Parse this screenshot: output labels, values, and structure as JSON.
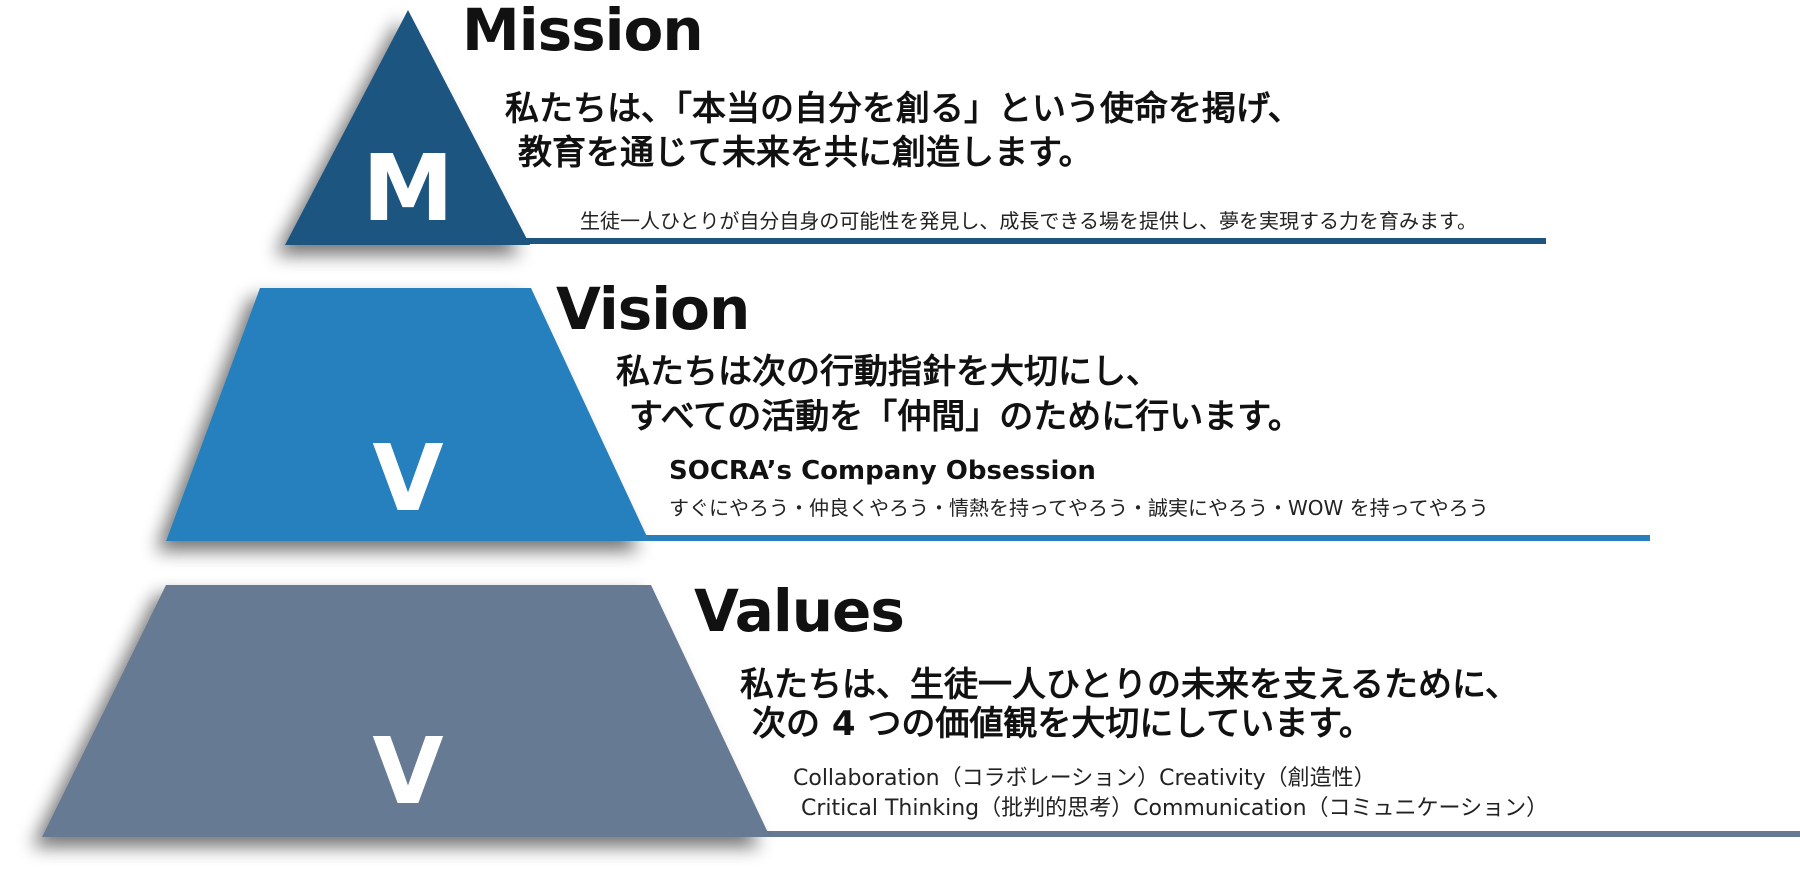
{
  "colors": {
    "mission": "#1d5580",
    "vision": "#2780bd",
    "values": "#667a93",
    "letter": "#ffffff"
  },
  "mission": {
    "letter": "M",
    "heading": "Mission",
    "statement_line1": "私たちは、「本当の自分を創る」という使命を掲げ、",
    "statement_line2": "教育を通じて未来を共に創造します。",
    "detail": "生徒一人ひとりが自分自身の可能性を発見し、成長できる場を提供し、夢を実現する力を育みます。"
  },
  "vision": {
    "letter": "V",
    "heading": "Vision",
    "statement_line1": "私たちは次の行動指針を大切にし、",
    "statement_line2": "すべての活動を「仲間」のために行います。",
    "obsession_title": "SOCRA’s Company Obsession",
    "obsession_items": "すぐにやろう・仲良くやろう・情熱を持ってやろう・誠実にやろう・WOW を持ってやろう"
  },
  "values": {
    "letter": "V",
    "heading": "Values",
    "statement_line1": "私たちは、生徒一人ひとりの未来を支えるために、",
    "statement_line2": "次の 4 つの価値観を大切にしています。",
    "values_line1": "Collaboration（コラボレーション）Creativity（創造性）",
    "values_line2": "Critical Thinking（批判的思考）Communication（コミュニケーション）"
  }
}
